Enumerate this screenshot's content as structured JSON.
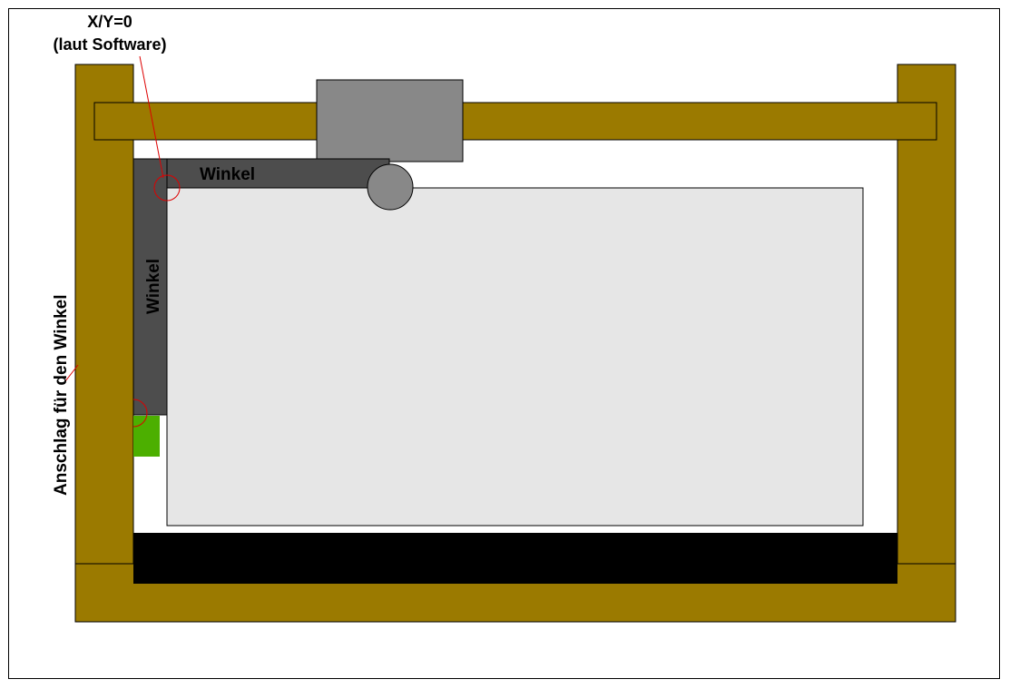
{
  "labels": {
    "origin_line1": "X/Y=0",
    "origin_line2": "(laut Software)",
    "square_top": "Winkel",
    "square_side": "Winkel",
    "stop": "Anschlag für den Winkel"
  },
  "colors": {
    "frame": "#9b7a00",
    "carriage": "#888888",
    "square": "#4d4d4d",
    "workpiece": "#e6e6e6",
    "rail": "#000000",
    "stop_block": "#4caf00",
    "marker": "#dd0000",
    "outline": "#000000"
  }
}
